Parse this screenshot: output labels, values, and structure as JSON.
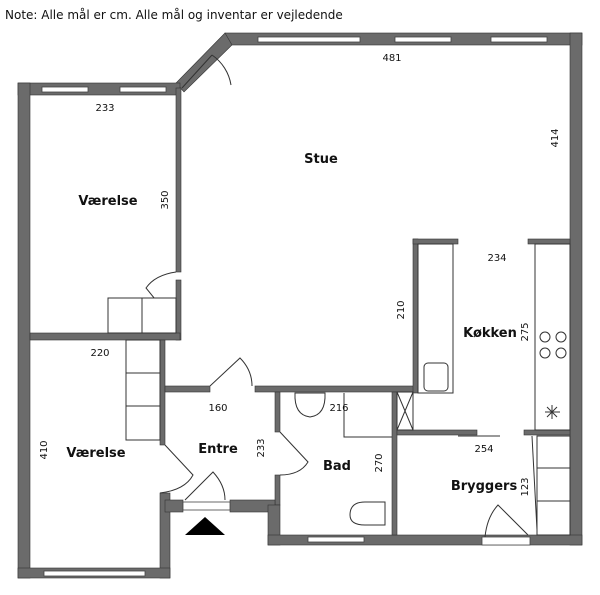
{
  "note": "Note: Alle mål er cm. Alle mål og inventar er vejledende",
  "rooms": {
    "stue": {
      "name": "Stue",
      "width": "481",
      "depth": "414"
    },
    "vaerelse1": {
      "name": "Værelse",
      "width": "233",
      "depth": "350"
    },
    "vaerelse2": {
      "name": "Værelse",
      "width": "220",
      "depth": "410"
    },
    "kokken": {
      "name": "Køkken",
      "width": "234",
      "depth": "275",
      "side": "210"
    },
    "entre": {
      "name": "Entre",
      "width": "160",
      "depth": "233"
    },
    "bad": {
      "name": "Bad",
      "width": "216",
      "depth": "270"
    },
    "bryggers": {
      "name": "Bryggers",
      "width": "254",
      "depth": "123"
    }
  }
}
